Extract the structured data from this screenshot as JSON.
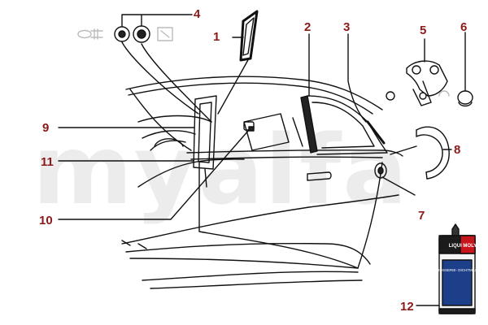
{
  "watermark": "myalfa",
  "callouts": [
    {
      "id": "1",
      "label": "1"
    },
    {
      "id": "2",
      "label": "2"
    },
    {
      "id": "3",
      "label": "3"
    },
    {
      "id": "4",
      "label": "4"
    },
    {
      "id": "5",
      "label": "5"
    },
    {
      "id": "6",
      "label": "6"
    },
    {
      "id": "7",
      "label": "7"
    },
    {
      "id": "8",
      "label": "8"
    },
    {
      "id": "9",
      "label": "9"
    },
    {
      "id": "10",
      "label": "10"
    },
    {
      "id": "11",
      "label": "11"
    },
    {
      "id": "12",
      "label": "12"
    }
  ],
  "product": {
    "brand": "LIQUI MOLY",
    "caption": "KAROSSERIE-\nDICHTMASSE"
  },
  "colors": {
    "callout": "#8b1a1a",
    "line": "#111111",
    "watermark": "#ececec"
  }
}
